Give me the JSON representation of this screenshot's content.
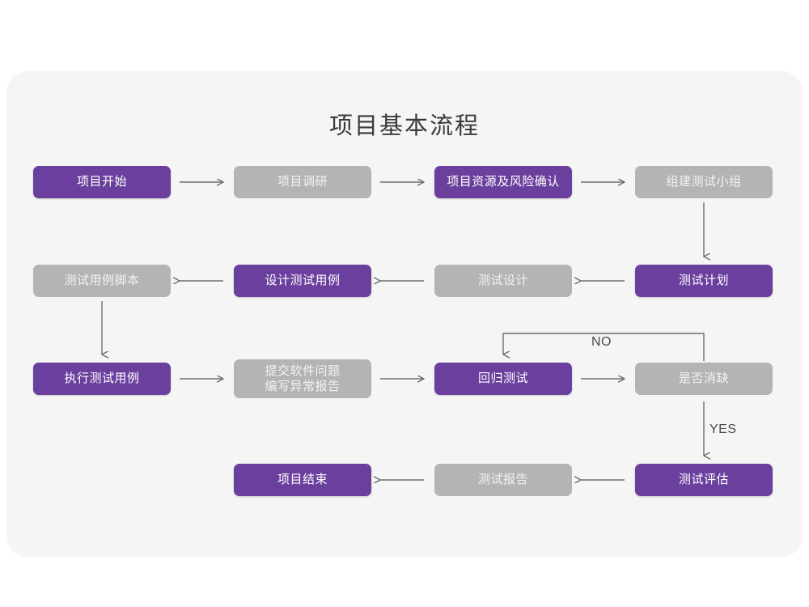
{
  "page": {
    "title": "项目基本流程",
    "background_color": "#ffffff",
    "card_color": "#f5f5f6",
    "accent_purple": "#6b3f9e",
    "accent_gray": "#b4b4b6",
    "line_color": "#6e6e6e"
  },
  "chart_data": {
    "type": "diagram",
    "title": "项目基本流程",
    "nodes": [
      {
        "id": "n1",
        "label": "项目开始",
        "color": "purple",
        "row": 1,
        "col": 1
      },
      {
        "id": "n2",
        "label": "项目调研",
        "color": "gray",
        "row": 1,
        "col": 2
      },
      {
        "id": "n3",
        "label": "项目资源及风险确认",
        "color": "purple",
        "row": 1,
        "col": 3
      },
      {
        "id": "n4",
        "label": "组建测试小组",
        "color": "gray",
        "row": 1,
        "col": 4
      },
      {
        "id": "n5",
        "label": "测试计划",
        "color": "purple",
        "row": 2,
        "col": 4
      },
      {
        "id": "n6",
        "label": "测试设计",
        "color": "gray",
        "row": 2,
        "col": 3
      },
      {
        "id": "n7",
        "label": "设计测试用例",
        "color": "purple",
        "row": 2,
        "col": 2
      },
      {
        "id": "n8",
        "label": "测试用例脚本",
        "color": "gray",
        "row": 2,
        "col": 1
      },
      {
        "id": "n9",
        "label": "执行测试用例",
        "color": "purple",
        "row": 3,
        "col": 1
      },
      {
        "id": "n10",
        "label_line1": "提交软件问题",
        "label_line2": "编写异常报告",
        "color": "gray",
        "row": 3,
        "col": 2
      },
      {
        "id": "n11",
        "label": "回归测试",
        "color": "purple",
        "row": 3,
        "col": 3
      },
      {
        "id": "n12",
        "label": "是否消缺",
        "color": "gray",
        "row": 3,
        "col": 4
      },
      {
        "id": "n13",
        "label": "测试评估",
        "color": "purple",
        "row": 4,
        "col": 4
      },
      {
        "id": "n14",
        "label": "测试报告",
        "color": "gray",
        "row": 4,
        "col": 3
      },
      {
        "id": "n15",
        "label": "项目结束",
        "color": "purple",
        "row": 4,
        "col": 2
      }
    ],
    "edges": [
      {
        "from": "n1",
        "to": "n2",
        "label": "",
        "direction": "right"
      },
      {
        "from": "n2",
        "to": "n3",
        "label": "",
        "direction": "right"
      },
      {
        "from": "n3",
        "to": "n4",
        "label": "",
        "direction": "right"
      },
      {
        "from": "n4",
        "to": "n5",
        "label": "",
        "direction": "down"
      },
      {
        "from": "n5",
        "to": "n6",
        "label": "",
        "direction": "left"
      },
      {
        "from": "n6",
        "to": "n7",
        "label": "",
        "direction": "left"
      },
      {
        "from": "n7",
        "to": "n8",
        "label": "",
        "direction": "left"
      },
      {
        "from": "n8",
        "to": "n9",
        "label": "",
        "direction": "down"
      },
      {
        "from": "n9",
        "to": "n10",
        "label": "",
        "direction": "right"
      },
      {
        "from": "n10",
        "to": "n11",
        "label": "",
        "direction": "right"
      },
      {
        "from": "n11",
        "to": "n12",
        "label": "",
        "direction": "right"
      },
      {
        "from": "n12",
        "to": "n11",
        "label": "NO",
        "direction": "loop-up-left-down"
      },
      {
        "from": "n12",
        "to": "n13",
        "label": "YES",
        "direction": "down"
      },
      {
        "from": "n13",
        "to": "n14",
        "label": "",
        "direction": "left"
      },
      {
        "from": "n14",
        "to": "n15",
        "label": "",
        "direction": "left"
      }
    ],
    "edge_labels": {
      "no": "NO",
      "yes": "YES"
    }
  },
  "nodes": {
    "n1": {
      "label": "项目开始"
    },
    "n2": {
      "label": "项目调研"
    },
    "n3": {
      "label": "项目资源及风险确认"
    },
    "n4": {
      "label": "组建测试小组"
    },
    "n5": {
      "label": "测试计划"
    },
    "n6": {
      "label": "测试设计"
    },
    "n7": {
      "label": "设计测试用例"
    },
    "n8": {
      "label": "测试用例脚本"
    },
    "n9": {
      "label": "执行测试用例"
    },
    "n10": {
      "line1": "提交软件问题",
      "line2": "编写异常报告"
    },
    "n11": {
      "label": "回归测试"
    },
    "n12": {
      "label": "是否消缺"
    },
    "n13": {
      "label": "测试评估"
    },
    "n14": {
      "label": "测试报告"
    },
    "n15": {
      "label": "项目结束"
    }
  },
  "labels": {
    "no": "NO",
    "yes": "YES"
  }
}
